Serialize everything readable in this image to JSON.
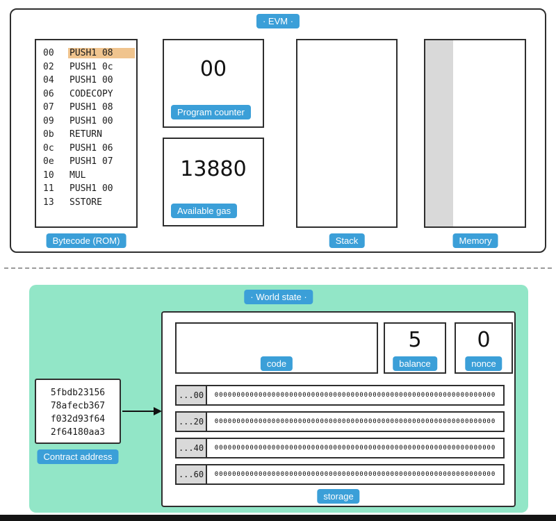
{
  "colors": {
    "badge-blue": "#3b9fd8",
    "highlight-orange": "#f0c48e",
    "world-teal": "#92e6c7",
    "gray-strip": "#d9d9d9"
  },
  "evm": {
    "title": "· EVM ·",
    "bytecode": {
      "label": "Bytecode (ROM)",
      "rows": [
        {
          "addr": "00",
          "op": "PUSH1 08",
          "active": true
        },
        {
          "addr": "02",
          "op": "PUSH1 0c"
        },
        {
          "addr": "04",
          "op": "PUSH1 00"
        },
        {
          "addr": "06",
          "op": "CODECOPY"
        },
        {
          "addr": "07",
          "op": "PUSH1 08"
        },
        {
          "addr": "09",
          "op": "PUSH1 00"
        },
        {
          "addr": "0b",
          "op": "RETURN"
        },
        {
          "addr": "0c",
          "op": "PUSH1 06"
        },
        {
          "addr": "0e",
          "op": "PUSH1 07"
        },
        {
          "addr": "10",
          "op": "MUL"
        },
        {
          "addr": "11",
          "op": "PUSH1 00"
        },
        {
          "addr": "13",
          "op": "SSTORE"
        }
      ]
    },
    "program_counter": {
      "label": "Program counter",
      "value": "00"
    },
    "available_gas": {
      "label": "Available gas",
      "value": "13880"
    },
    "stack": {
      "label": "Stack"
    },
    "memory": {
      "label": "Memory"
    }
  },
  "world_state": {
    "title": "· World state ·",
    "contract_address": {
      "label": "Contract address",
      "lines": [
        "5fbdb23156",
        "78afecb367",
        "f032d93f64",
        "2f64180aa3"
      ]
    },
    "account": {
      "code": {
        "label": "code",
        "value": ""
      },
      "balance": {
        "label": "balance",
        "value": "5"
      },
      "nonce": {
        "label": "nonce",
        "value": "0"
      },
      "storage": {
        "label": "storage",
        "rows": [
          {
            "slot": "...00",
            "value": "0000000000000000000000000000000000000000000000000000000000000000"
          },
          {
            "slot": "...20",
            "value": "0000000000000000000000000000000000000000000000000000000000000000"
          },
          {
            "slot": "...40",
            "value": "0000000000000000000000000000000000000000000000000000000000000000"
          },
          {
            "slot": "...60",
            "value": "0000000000000000000000000000000000000000000000000000000000000000"
          }
        ]
      }
    }
  }
}
